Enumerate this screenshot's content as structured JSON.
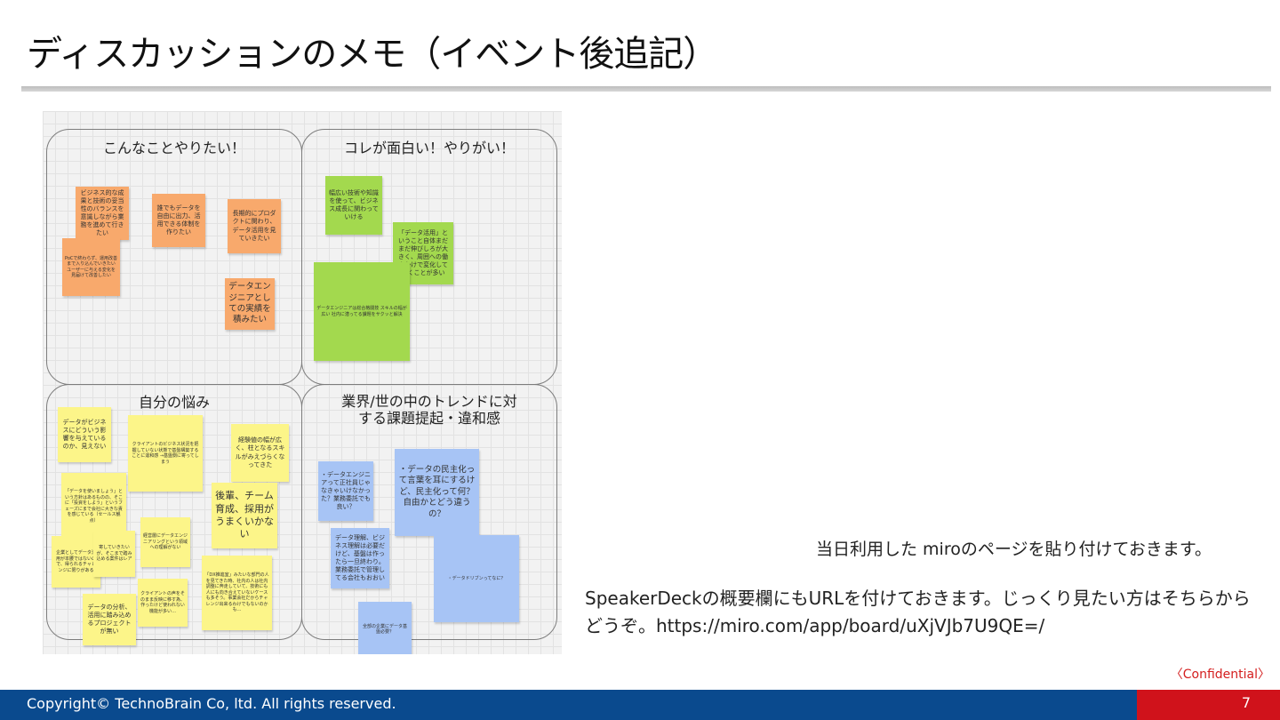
{
  "slide": {
    "title": "ディスカッションのメモ（イベント後追記）",
    "caption_line1": "当日利用した miroのページを貼り付けておきます。",
    "caption_line2": "SpeakerDeckの概要欄にもURLを付けておきます。じっくり見たい方はそちらからどうぞ。https://miro.com/app/board/uXjVJb7U9QE=/",
    "confidential": "〈Confidential〉",
    "copyright": "Copyright© TechnoBrain Co, ltd. All rights reserved.",
    "page_number": "7"
  },
  "board": {
    "quadrants": [
      {
        "title": "こんなことやりたい！",
        "notes": [
          "ビジネス的な成果と技術の妥当性のバランスを意識しながら業務を進めて行きたい",
          "誰でもデータを自由に出力、活用できる体制を作りたい",
          "長期的にプロダクトに関わり、データ活用を見ていきたい",
          "PoCで終わらず、運用改善まで入り込んでいきたいユーザーに与える変化を見届けて改善したい",
          "データエンジニアとしての実績を積みたい"
        ]
      },
      {
        "title": "コレが面白い！やりがい！",
        "notes": [
          "幅広い技術や知識を使って、ビジネス成長に関わっていける",
          "「データ活用」ということ自体まだまだ伸びしろが大きく、周囲への働きかけで変化していくことが多い",
          "データエンジニアは総合格闘技 スキルの幅が広い 社内に潜ってる課題をサクッと解決"
        ]
      },
      {
        "title": "自分の悩み",
        "notes": [
          "データがビジネスにどういう影響を与えているのか、見えない",
          "クライアントのビジネス状況を把握していない状態で基盤構築することに違和感 →基盤側に寄ってしまう",
          "経験値の幅が広く、柱となるスキルがみえづらくなってきた",
          "「データを使いましょう」という方針はあるものの、そこに「投資をしよう」というフェーズにまで会社に大きな責を感じている（セールス観点）",
          "後輩、チーム育成、採用がうまくいかない",
          "経営層にデータエンジニアリングという領域への理解がない",
          "企業としてデータ活用が本腰ではないので、得られるチャレンジに限りがある",
          "寄していきたいが、そこまで踏み込める案件はレア",
          "「DX推進室」みたいな部門の人を見てきた時、社内の人は社内調整に奔走していて、技術にも人にも向き合えていないケースも多そう。事業会社だからチャレンジ出来るわけでもないのかも…",
          "クライアントの声をそのまま反映に移す為、作ったけど使われない機能が多い…",
          "データの分析、活用に踏み込めるプロジェクトが無い"
        ]
      },
      {
        "title": "業界/世の中のトレンドに対する課題提起・違和感",
        "notes": [
          "・データエンジニアって正社員じゃなきゃいけなかった？業務委託でも良い？",
          "・データの民主化って言葉を耳にするけど、民主化って何？自由かとどう違うの？",
          "データ理解、ビジネス理解は必要だけど、基盤は作ったら一旦終わり。業務委託で管理してる会社もおおい",
          "・データドリブンってなに？",
          "全部の企業にデータ基盤必要？"
        ]
      }
    ]
  }
}
